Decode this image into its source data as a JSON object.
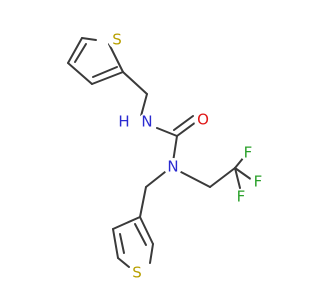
{
  "colors": {
    "bond": "#3a3a3a",
    "sulfur": "#b8a000",
    "nitrogen": "#2a2ad0",
    "oxygen": "#e01818",
    "fluorine": "#2aa02a",
    "background": "#ffffff"
  },
  "atoms": {
    "s1": {
      "label": "S",
      "element": "sulfur"
    },
    "s2": {
      "label": "S",
      "element": "sulfur"
    },
    "n_amide_nh": {
      "label": "N",
      "element": "nitrogen"
    },
    "h_amide": {
      "label": "H",
      "element": "nitrogen"
    },
    "n_amide": {
      "label": "N",
      "element": "nitrogen"
    },
    "o_carbonyl": {
      "label": "O",
      "element": "oxygen"
    },
    "f1": {
      "label": "F",
      "element": "fluorine"
    },
    "f2": {
      "label": "F",
      "element": "fluorine"
    },
    "f3": {
      "label": "F",
      "element": "fluorine"
    }
  }
}
